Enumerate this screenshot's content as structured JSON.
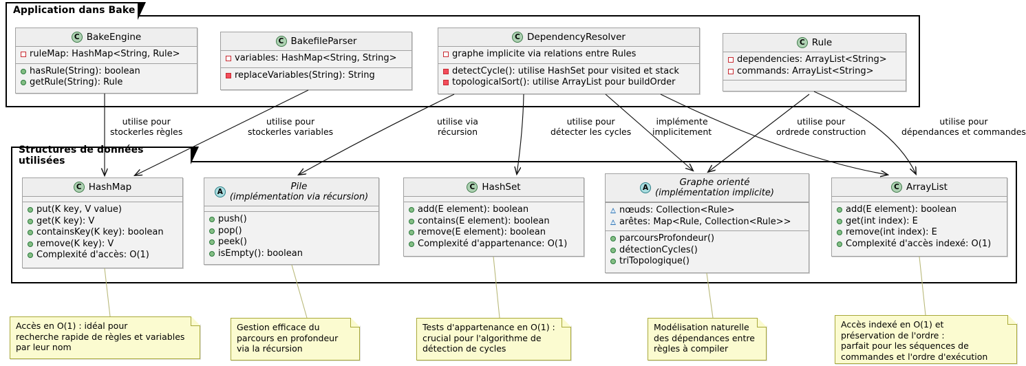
{
  "packages": [
    {
      "name": "Application dans Bake"
    },
    {
      "name": "Structures de données utilisées"
    }
  ],
  "classes": {
    "bake_engine": {
      "stereotype": "C",
      "name": "BakeEngine",
      "attributes": [
        {
          "vis": "private-open",
          "text": "ruleMap: HashMap<String, Rule>"
        }
      ],
      "methods": [
        {
          "vis": "public",
          "text": "hasRule(String): boolean"
        },
        {
          "vis": "public",
          "text": "getRule(String): Rule"
        }
      ]
    },
    "bakefile_parser": {
      "stereotype": "C",
      "name": "BakefileParser",
      "attributes": [
        {
          "vis": "private-open",
          "text": "variables: HashMap<String, String>"
        }
      ],
      "methods": [
        {
          "vis": "private",
          "text": "replaceVariables(String): String"
        }
      ]
    },
    "dependency_resolver": {
      "stereotype": "C",
      "name": "DependencyResolver",
      "attributes": [
        {
          "vis": "private-open",
          "text": "graphe implicite via relations entre Rules"
        }
      ],
      "methods": [
        {
          "vis": "private",
          "text": "detectCycle(): utilise HashSet pour visited et stack"
        },
        {
          "vis": "private",
          "text": "topologicalSort(): utilise ArrayList pour buildOrder"
        }
      ]
    },
    "rule": {
      "stereotype": "C",
      "name": "Rule",
      "attributes": [
        {
          "vis": "private-open",
          "text": "dependencies: ArrayList<String>"
        },
        {
          "vis": "private-open",
          "text": "commands: ArrayList<String>"
        }
      ],
      "methods": []
    },
    "hashmap": {
      "stereotype": "C",
      "name": "HashMap",
      "attributes": [],
      "methods": [
        {
          "vis": "public",
          "text": "put(K key, V value)"
        },
        {
          "vis": "public",
          "text": "get(K key): V"
        },
        {
          "vis": "public",
          "text": "containsKey(K key): boolean"
        },
        {
          "vis": "public",
          "text": "remove(K key): V"
        },
        {
          "vis": "public",
          "text": "Complexité d'accès: O(1)"
        }
      ]
    },
    "pile": {
      "stereotype": "A",
      "name": "Pile",
      "subtitle": "(implémentation via récursion)",
      "attributes": [],
      "methods": [
        {
          "vis": "public",
          "text": "push()"
        },
        {
          "vis": "public",
          "text": "pop()"
        },
        {
          "vis": "public",
          "text": "peek()"
        },
        {
          "vis": "public",
          "text": "isEmpty(): boolean"
        }
      ]
    },
    "hashset": {
      "stereotype": "C",
      "name": "HashSet",
      "attributes": [],
      "methods": [
        {
          "vis": "public",
          "text": "add(E element): boolean"
        },
        {
          "vis": "public",
          "text": "contains(E element): boolean"
        },
        {
          "vis": "public",
          "text": "remove(E element): boolean"
        },
        {
          "vis": "public",
          "text": "Complexité d'appartenance: O(1)"
        }
      ]
    },
    "graphe_oriente": {
      "stereotype": "A",
      "name": "Graphe orienté",
      "subtitle": "(implémentation implicite)",
      "attributes": [
        {
          "vis": "package",
          "text": "nœuds: Collection<Rule>"
        },
        {
          "vis": "package",
          "text": "arêtes: Map<Rule, Collection<Rule>>"
        }
      ],
      "methods": [
        {
          "vis": "public",
          "text": "parcoursProfondeur()"
        },
        {
          "vis": "public",
          "text": "détectionCycles()"
        },
        {
          "vis": "public",
          "text": "triTopologique()"
        }
      ]
    },
    "arraylist": {
      "stereotype": "C",
      "name": "ArrayList",
      "attributes": [],
      "methods": [
        {
          "vis": "public",
          "text": "add(E element): boolean"
        },
        {
          "vis": "public",
          "text": "get(int index): E"
        },
        {
          "vis": "public",
          "text": "remove(int index): E"
        },
        {
          "vis": "public",
          "text": "Complexité d'accès indexé: O(1)"
        }
      ]
    }
  },
  "edge_labels": [
    {
      "id": "e1",
      "line1": "utilise pour",
      "line2": "stockerles règles"
    },
    {
      "id": "e2",
      "line1": "utilise pour",
      "line2": "stockerles variables"
    },
    {
      "id": "e3",
      "line1": "utilise via",
      "line2": "récursion"
    },
    {
      "id": "e4",
      "line1": "utilise pour",
      "line2": "détecter les cycles"
    },
    {
      "id": "e5",
      "line1": "implémente",
      "line2": "implicitement"
    },
    {
      "id": "e6",
      "line1": "utilise pour",
      "line2": "ordrede construction"
    },
    {
      "id": "e7",
      "line1": "utilise pour",
      "line2": "dépendances et commandes"
    }
  ],
  "notes": [
    {
      "id": "n1",
      "lines": [
        "Accès en O(1) : idéal pour",
        "recherche rapide de règles et variables",
        "par leur nom"
      ]
    },
    {
      "id": "n2",
      "lines": [
        "Gestion efficace du",
        "parcours en profondeur",
        "via la récursion"
      ]
    },
    {
      "id": "n3",
      "lines": [
        "Tests d'appartenance en O(1) :",
        "crucial pour l'algorithme de",
        "détection de cycles"
      ]
    },
    {
      "id": "n4",
      "lines": [
        "Modélisation naturelle",
        "des dépendances entre",
        "règles à compiler"
      ]
    },
    {
      "id": "n5",
      "lines": [
        "Accès indexé en O(1) et",
        "préservation de l'ordre :",
        "parfait pour les séquences de",
        "commandes et l'ordre d'exécution"
      ]
    }
  ],
  "colors": {
    "class_badge": "#ADD1B2",
    "abstract_badge": "#A9DCDF",
    "class_fill": "#F2F2F2",
    "note_fill": "#FBFBD0",
    "note_border": "#A8A838",
    "private_marker": "#F24D5C",
    "public_marker": "#84BE84",
    "package_marker": "#2E74B5"
  }
}
